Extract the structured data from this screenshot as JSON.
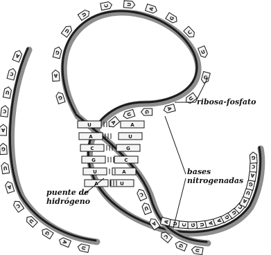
{
  "labels": {
    "backbone": "ribosa-fosfato",
    "bases_line1": "bases",
    "bases_line2": "nitrogenadas",
    "hbond_line1": "puente de",
    "hbond_line2": "hidrógeno"
  },
  "colors": {
    "backbone_dark": "#1c1c1c",
    "backbone_light": "#8e8e8e",
    "base_fill": "#f4f4f4",
    "ink": "#111111"
  },
  "bases": {
    "strand_left": [
      "A",
      "C",
      "U",
      "C",
      "A",
      "G",
      "U",
      "A",
      "C",
      "U",
      "G",
      "A",
      "U"
    ],
    "strand_loop": [
      "G",
      "A",
      "G",
      "U",
      "U",
      "C",
      "U",
      "A",
      "G",
      "C",
      "U",
      "G",
      "U",
      "A",
      "G",
      "U",
      "A"
    ],
    "strand_bottom": [
      "A",
      "U",
      "C",
      "G",
      "U",
      "A",
      "A",
      "G",
      "U",
      "C",
      "A",
      "U",
      "G",
      "A",
      "C",
      "G"
    ],
    "strand_right": [
      "C",
      "U",
      "A",
      "C",
      "G",
      "U"
    ],
    "paired_left": [
      "U",
      "A",
      "C",
      "G",
      "U",
      "A"
    ],
    "paired_right": [
      "A",
      "U",
      "G",
      "C",
      "A",
      "U"
    ]
  }
}
